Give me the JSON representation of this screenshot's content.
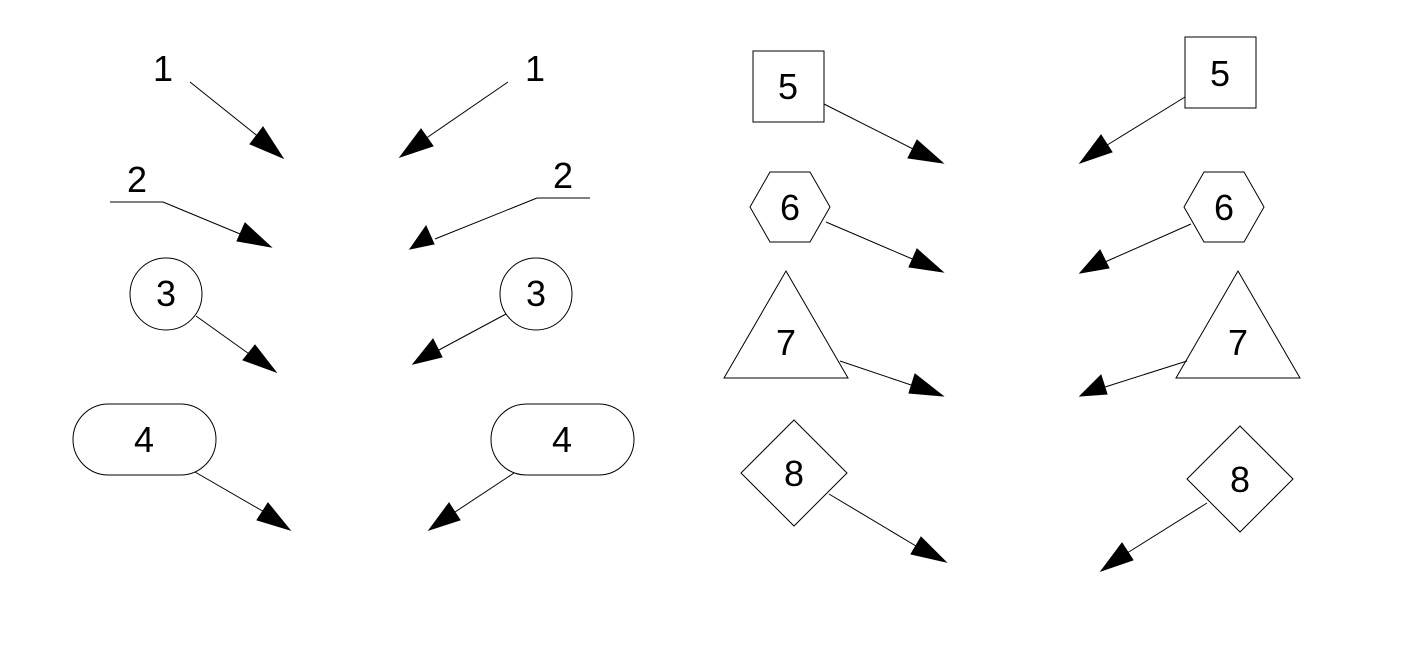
{
  "diagram": {
    "title": "",
    "callouts": [
      {
        "number": "1",
        "style": "plain text"
      },
      {
        "number": "1",
        "style": "plain text"
      },
      {
        "number": "2",
        "style": "underlined text"
      },
      {
        "number": "2",
        "style": "underlined text"
      },
      {
        "number": "3",
        "style": "circle"
      },
      {
        "number": "3",
        "style": "circle"
      },
      {
        "number": "4",
        "style": "slot"
      },
      {
        "number": "4",
        "style": "slot"
      },
      {
        "number": "5",
        "style": "box"
      },
      {
        "number": "5",
        "style": "box"
      },
      {
        "number": "6",
        "style": "hexagon"
      },
      {
        "number": "6",
        "style": "hexagon"
      },
      {
        "number": "7",
        "style": "triangle"
      },
      {
        "number": "7",
        "style": "triangle"
      },
      {
        "number": "8",
        "style": "diamond"
      },
      {
        "number": "8",
        "style": "diamond"
      }
    ]
  }
}
